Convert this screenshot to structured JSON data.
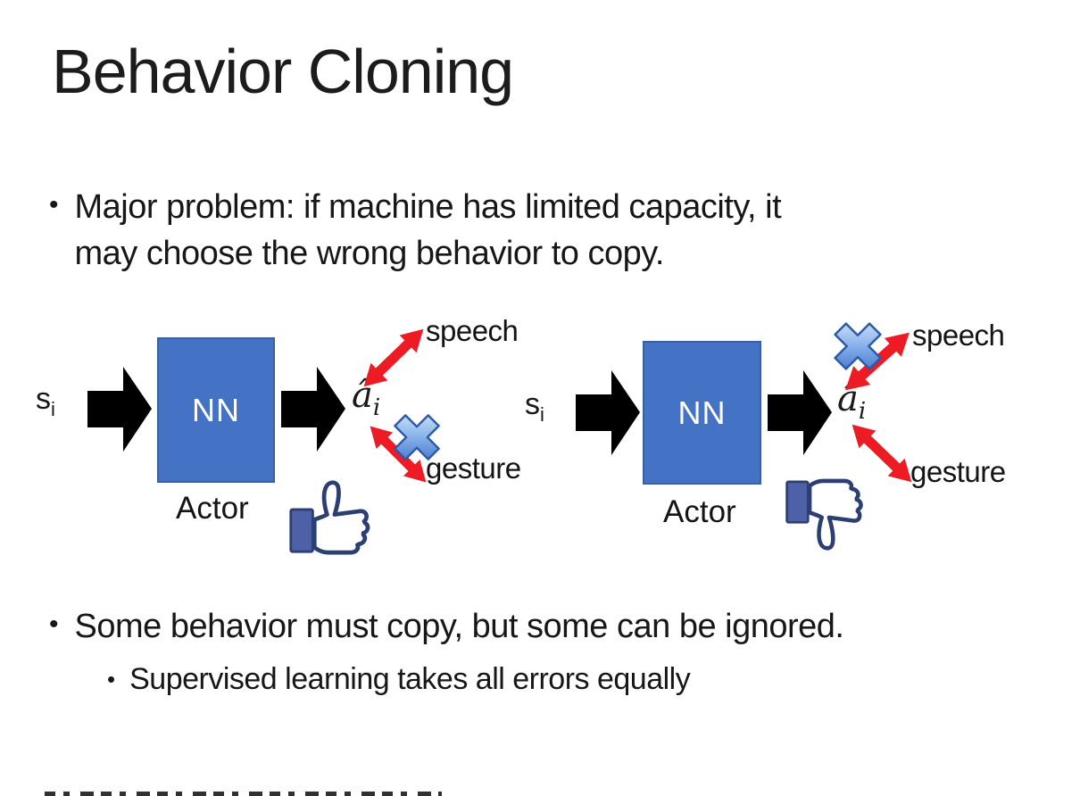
{
  "slide": {
    "title": "Behavior Cloning",
    "bullet_glyph": "•",
    "bullet1_lines": [
      "Major problem: if machine has limited capacity, it",
      "may choose the wrong behavior to copy."
    ],
    "bullet2": "Some behavior must copy, but some can be ignored.",
    "sub_bullet": "Supervised learning takes all errors equally"
  },
  "diagrams": [
    {
      "side": "left",
      "input_symbol": "s",
      "input_subscript": "i",
      "box_label": "NN",
      "box_caption": "Actor",
      "output_symbol": "â",
      "output_subscript": "i",
      "branch_top": {
        "label": "speech",
        "crossed_out": false
      },
      "branch_bottom": {
        "label": "gesture",
        "crossed_out": true
      },
      "feedback_icon": "thumbs-up"
    },
    {
      "side": "right",
      "input_symbol": "s",
      "input_subscript": "i",
      "box_label": "NN",
      "box_caption": "Actor",
      "output_symbol": "â",
      "output_subscript": "i",
      "branch_top": {
        "label": "speech",
        "crossed_out": true
      },
      "branch_bottom": {
        "label": "gesture",
        "crossed_out": false
      },
      "feedback_icon": "thumbs-down"
    }
  ],
  "colors": {
    "nn_box": "#4472C4",
    "nn_box_border": "#3D5F9E",
    "block_arrow": "#000000",
    "red_arrow": "#ED1C24",
    "cross_blue_light": "#D9E8FA",
    "cross_blue_dark": "#3A6FCE",
    "cross_outline": "#2B5AA6",
    "thumb_outline": "#2C3F73",
    "thumb_sleeve": "#4E61A6",
    "text": "#171717",
    "background": "#FFFFFF"
  }
}
